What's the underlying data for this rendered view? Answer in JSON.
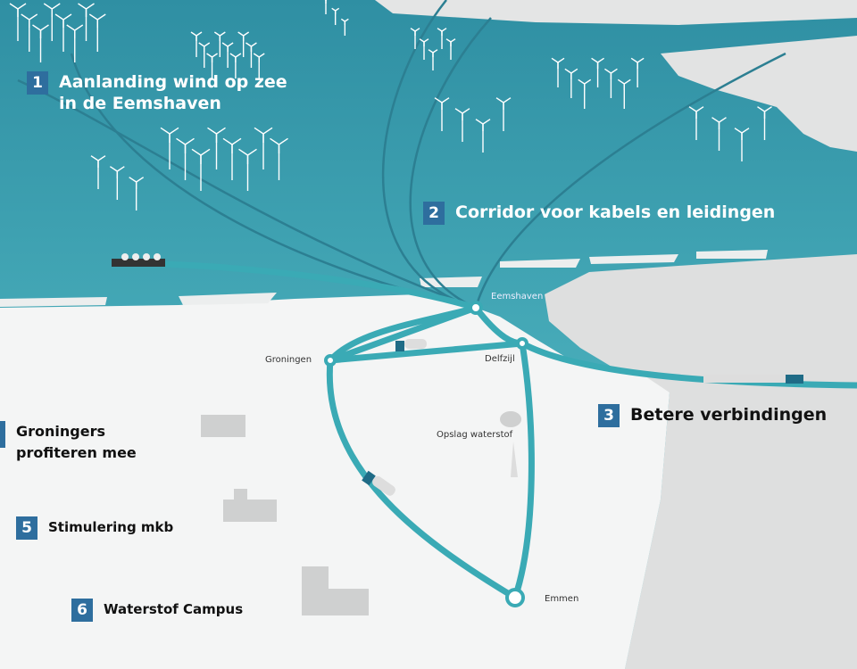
{
  "colors": {
    "sea": "#3a9eae",
    "route": "#3aaab5",
    "land": "#f4f5f5",
    "land_grey": "#dcdcdc",
    "badge": "#2e6e9e"
  },
  "callouts": [
    {
      "number": "1",
      "text_line1": "Aanlanding wind op zee",
      "text_line2": "in de Eemshaven"
    },
    {
      "number": "2",
      "text_line1": "Corridor voor kabels en leidingen"
    },
    {
      "number": "3",
      "text_line1": "Betere verbindingen"
    },
    {
      "text_line1": "Groningers",
      "text_line2": "profiteren mee"
    },
    {
      "number": "5",
      "text_line1": "Stimulering mkb"
    },
    {
      "number": "6",
      "text_line1": "Waterstof Campus"
    }
  ],
  "places": {
    "eemshaven": "Eemshaven",
    "groningen": "Groningen",
    "delfzijl": "Delfzijl",
    "opslag": "Opslag waterstof",
    "emmen": "Emmen"
  }
}
